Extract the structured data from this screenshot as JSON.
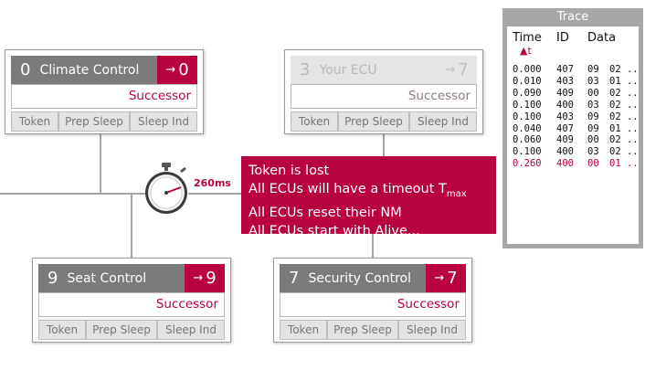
{
  "nodes": [
    {
      "num": "0",
      "name": "Climate Control",
      "succ": "0",
      "successor_label": "Successor",
      "buttons": [
        "Token",
        "Prep Sleep",
        "Sleep Ind"
      ]
    },
    {
      "num": "3",
      "name": "Your ECU",
      "succ": "7",
      "successor_label": "Successor",
      "buttons": [
        "Token",
        "Prep Sleep",
        "Sleep Ind"
      ]
    },
    {
      "num": "9",
      "name": "Seat Control",
      "succ": "9",
      "successor_label": "Successor",
      "buttons": [
        "Token",
        "Prep Sleep",
        "Sleep Ind"
      ]
    },
    {
      "num": "7",
      "name": "Security Control",
      "succ": "7",
      "successor_label": "Successor",
      "buttons": [
        "Token",
        "Prep Sleep",
        "Sleep Ind"
      ]
    }
  ],
  "arrow": "→",
  "timer": {
    "label": "260ms",
    "icon": "stopwatch-icon"
  },
  "message": {
    "line1": "Token is lost",
    "line2_prefix": "All ECUs will have a timeout T",
    "line2_sub": "max",
    "line3": "All ECUs reset their NM",
    "line4": "All ECUs start with Alive..."
  },
  "trace": {
    "title": "Trace",
    "columns": [
      "Time",
      "ID",
      "Data"
    ],
    "sort_marker": "▲t",
    "rows": [
      {
        "time": "0.000",
        "id": "407",
        "d1": "09",
        "d2": "02 ..",
        "highlight": false
      },
      {
        "time": "0.010",
        "id": "403",
        "d1": "03",
        "d2": "01 ..",
        "highlight": false
      },
      {
        "time": "0.090",
        "id": "409",
        "d1": "00",
        "d2": "02 ..",
        "highlight": false
      },
      {
        "time": "0.100",
        "id": "400",
        "d1": "03",
        "d2": "02 ..",
        "highlight": false
      },
      {
        "time": "0.100",
        "id": "403",
        "d1": "09",
        "d2": "02 ..",
        "highlight": false
      },
      {
        "time": "0.040",
        "id": "407",
        "d1": "09",
        "d2": "01 ..",
        "highlight": false
      },
      {
        "time": "0.060",
        "id": "409",
        "d1": "00",
        "d2": "02 ..",
        "highlight": false
      },
      {
        "time": "0.100",
        "id": "400",
        "d1": "03",
        "d2": "02 ..",
        "highlight": false
      },
      {
        "time": "0.260",
        "id": "400",
        "d1": "00",
        "d2": "01 ..",
        "highlight": true
      }
    ]
  },
  "colors": {
    "accent": "#b8013f",
    "header_gray": "#7b7b7b",
    "line_gray": "#a6a6a6"
  }
}
